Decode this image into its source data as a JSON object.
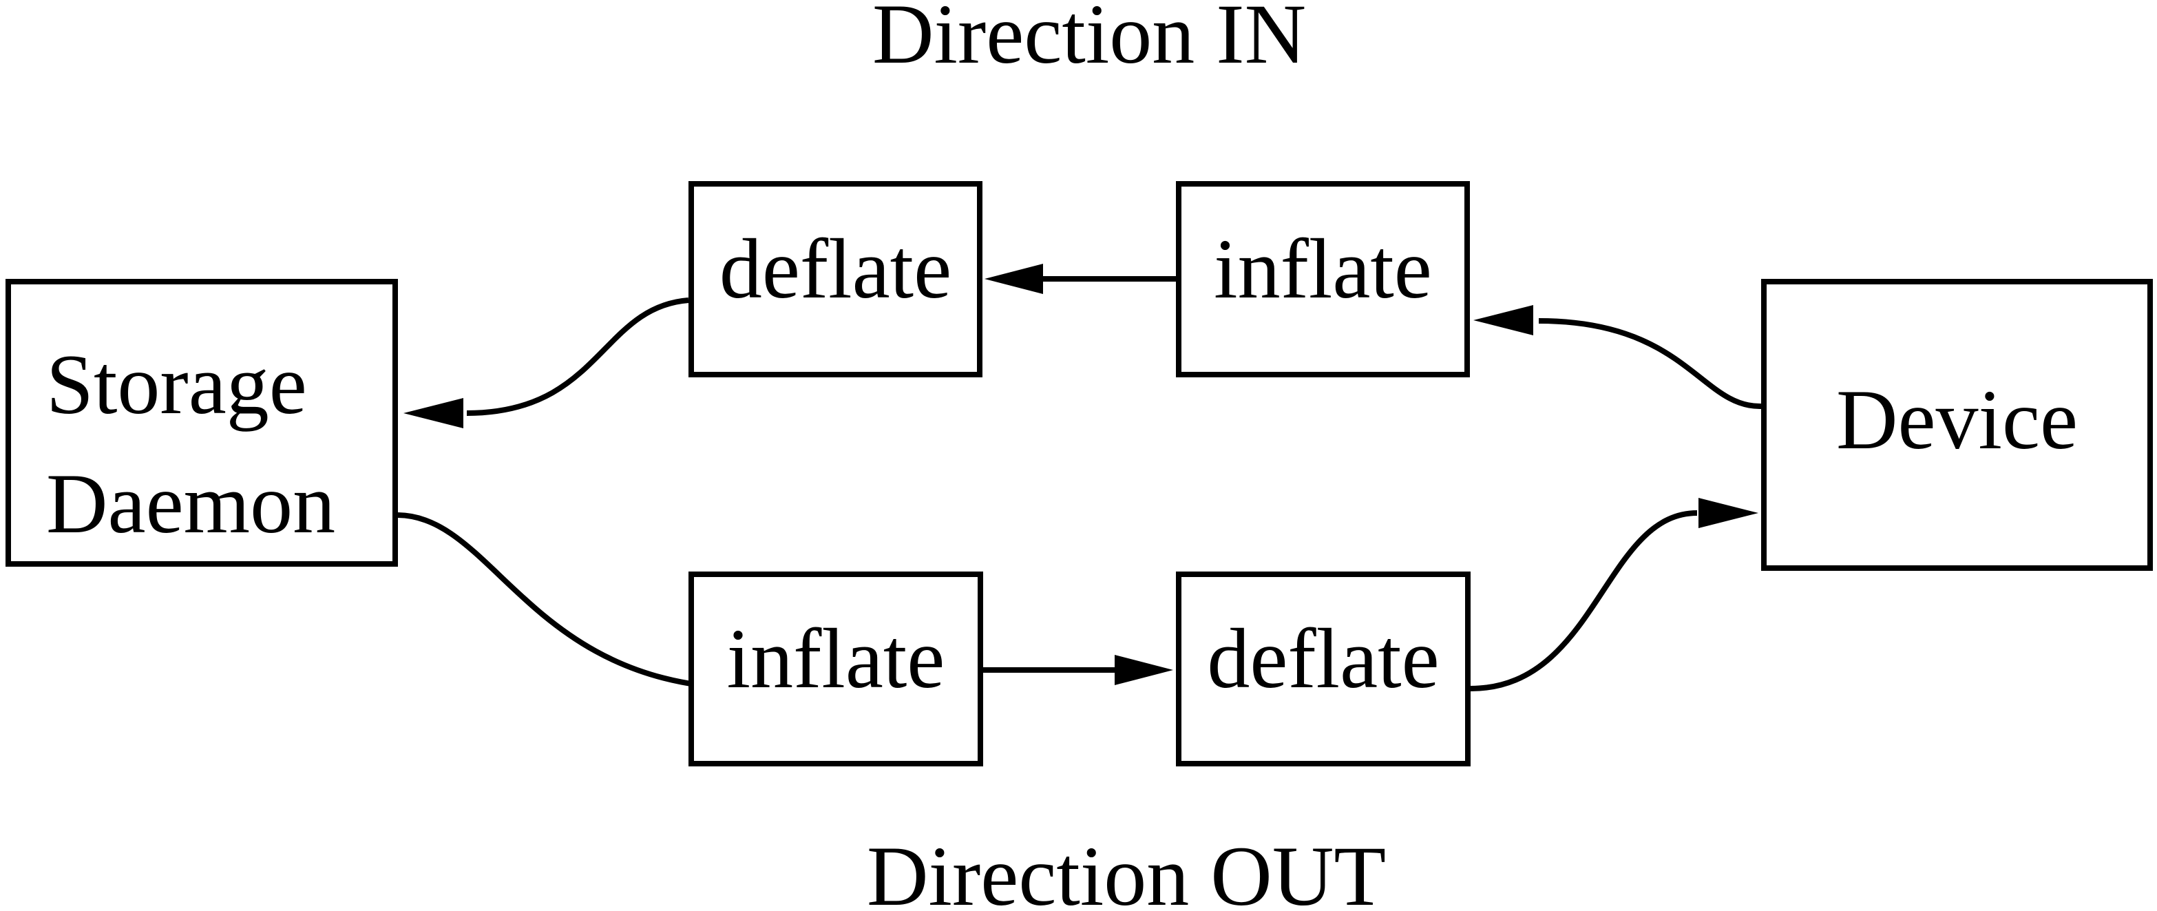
{
  "titles": {
    "direction_in": "Direction IN",
    "direction_out": "Direction OUT"
  },
  "nodes": {
    "storage_daemon": {
      "line1": "Storage",
      "line2": "Daemon"
    },
    "deflate_in": {
      "label": "deflate"
    },
    "inflate_in": {
      "label": "inflate"
    },
    "inflate_out": {
      "label": "inflate"
    },
    "deflate_out": {
      "label": "deflate"
    },
    "device": {
      "label": "Device"
    }
  },
  "edges": [
    {
      "flow": "Direction IN",
      "from": "Device",
      "to": "inflate (in)",
      "style": "curved-arrow"
    },
    {
      "flow": "Direction IN",
      "from": "inflate (in)",
      "to": "deflate (in)",
      "style": "straight-arrow"
    },
    {
      "flow": "Direction IN",
      "from": "deflate (in)",
      "to": "Storage Daemon",
      "style": "curved-arrow"
    },
    {
      "flow": "Direction OUT",
      "from": "Storage Daemon",
      "to": "inflate (out)",
      "style": "curved-arrow"
    },
    {
      "flow": "Direction OUT",
      "from": "inflate (out)",
      "to": "deflate (out)",
      "style": "straight-arrow"
    },
    {
      "flow": "Direction OUT",
      "from": "deflate (out)",
      "to": "Device",
      "style": "curved-arrow"
    }
  ],
  "colors": {
    "line": "#000000",
    "background": "#ffffff"
  }
}
